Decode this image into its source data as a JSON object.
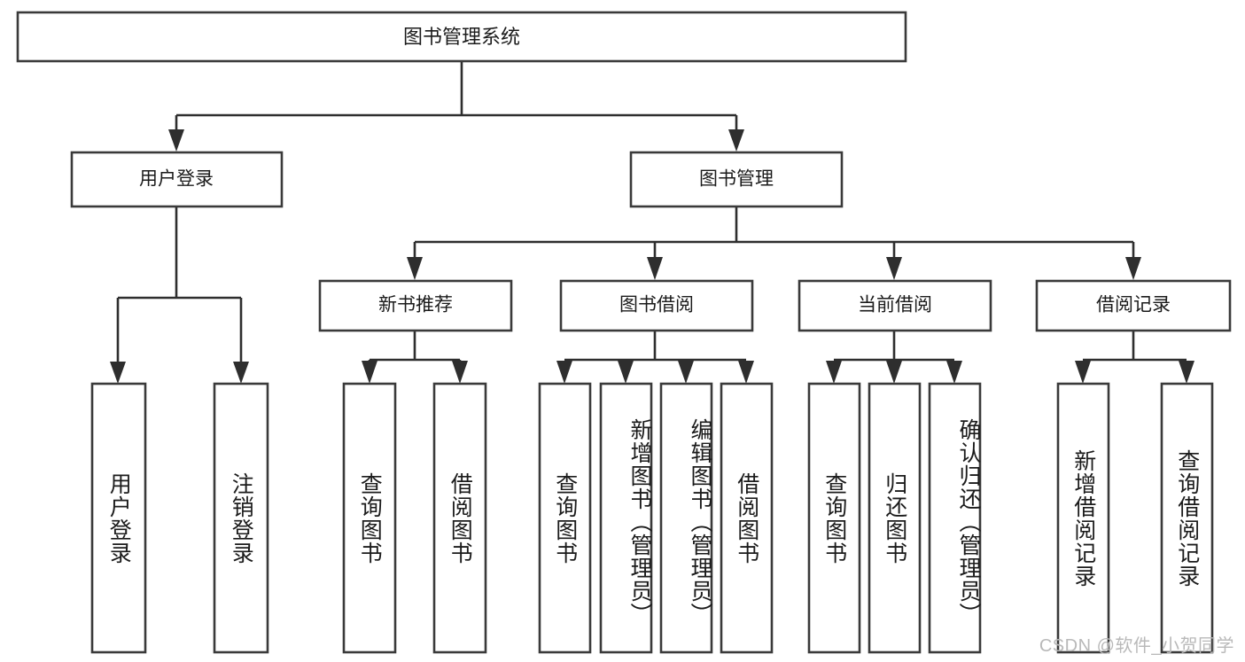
{
  "diagram": {
    "type": "tree",
    "title": "图书管理系统",
    "watermark": "CSDN @软件_小贺同学",
    "colors": {
      "background": "#ffffff",
      "box_fill": "#ffffff",
      "box_stroke": "#3a3a3a",
      "connector": "#2e2e2e",
      "text": "#1b1b1b",
      "watermark": "#b9b9b9"
    },
    "root": {
      "label": "图书管理系统"
    },
    "level2": [
      {
        "label": "用户登录"
      },
      {
        "label": "图书管理"
      }
    ],
    "level3": [
      {
        "label": "新书推荐"
      },
      {
        "label": "图书借阅"
      },
      {
        "label": "当前借阅"
      },
      {
        "label": "借阅记录"
      }
    ],
    "leaves": {
      "user_login": [
        {
          "label": "用户登录"
        },
        {
          "label": "注销登录"
        }
      ],
      "new_book_recommend": [
        {
          "label": "查询图书"
        },
        {
          "label": "借阅图书"
        }
      ],
      "book_borrow": [
        {
          "label": "查询图书"
        },
        {
          "label": "新增图书（管理员）"
        },
        {
          "label": "编辑图书（管理员）"
        },
        {
          "label": "借阅图书"
        }
      ],
      "current_borrow": [
        {
          "label": "查询图书"
        },
        {
          "label": "归还图书"
        },
        {
          "label": "确认归还（管理员）"
        }
      ],
      "borrow_record": [
        {
          "label": "新增借阅记录"
        },
        {
          "label": "查询借阅记录"
        }
      ]
    }
  }
}
